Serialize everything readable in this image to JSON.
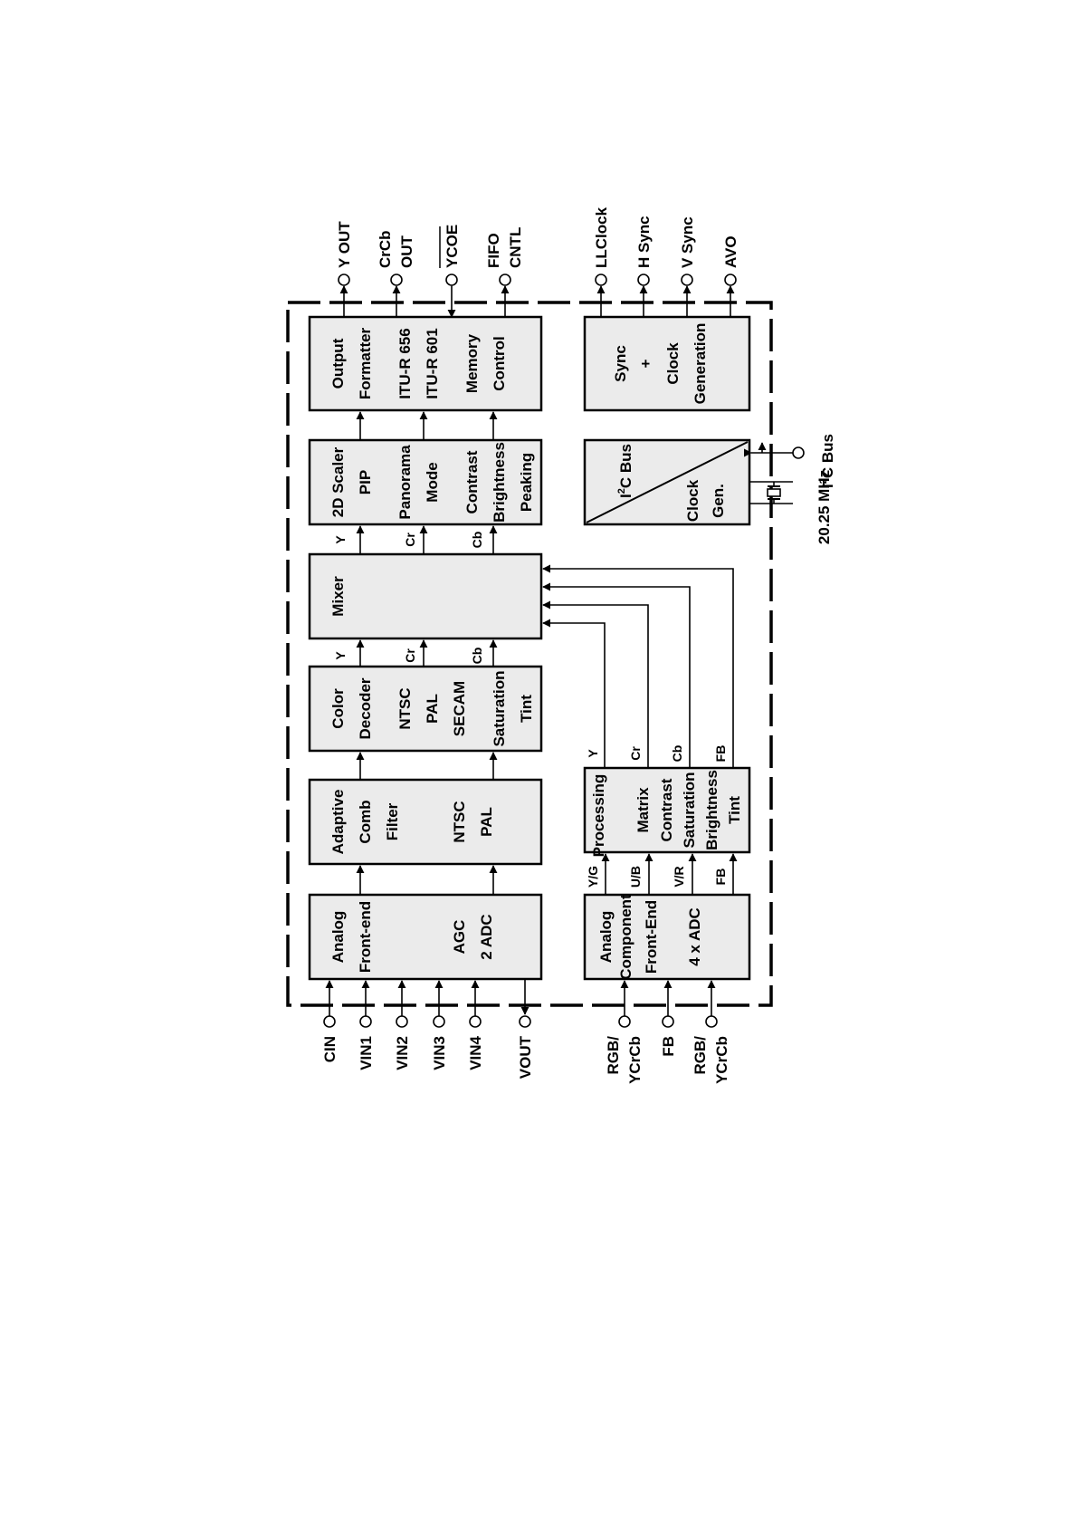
{
  "blocks": {
    "analog_frontend": [
      "Analog",
      "Front-end",
      "AGC",
      "2  ADC"
    ],
    "comb_filter": [
      "Adaptive",
      "Comb",
      "Filter",
      "NTSC",
      "PAL"
    ],
    "color_decoder": [
      "Color",
      "Decoder",
      "NTSC",
      "PAL",
      "SECAM",
      "Saturation",
      "Tint"
    ],
    "mixer": [
      "Mixer"
    ],
    "scaler": [
      "2D Scaler",
      "PIP",
      "Panorama",
      "Mode",
      "Contrast",
      "Brightness",
      "Peaking"
    ],
    "output_formatter": [
      "Output",
      "Formatter",
      "ITU-R 656",
      "ITU-R 601",
      "Memory",
      "Control"
    ],
    "component_frontend": [
      "Analog",
      "Component",
      "Front-End",
      "4 x ADC"
    ],
    "processing": [
      "Processing",
      "Matrix",
      "Contrast",
      "Saturation",
      "Brightness",
      "Tint"
    ],
    "i2c_clock": {
      "i2c_prefix": "I",
      "i2c_sup": "2",
      "i2c_suffix": "C Bus",
      "clock": [
        "Clock",
        "Gen."
      ]
    },
    "sync_clock": [
      "Sync",
      "+",
      "Clock",
      "Generation"
    ]
  },
  "signals": {
    "decoder_to_mixer": [
      "Y",
      "Cr",
      "Cb"
    ],
    "mixer_to_scaler": [
      "Y",
      "Cr",
      "Cb"
    ],
    "processing_to_mixer": [
      "Y",
      "Cr",
      "Cb",
      "FB"
    ],
    "component_to_processing": [
      "Y/G",
      "U/B",
      "V/R",
      "FB"
    ]
  },
  "pins": {
    "inputs": [
      "CIN",
      "VIN1",
      "VIN2",
      "VIN3",
      "VIN4"
    ],
    "vout": "VOUT",
    "component_inputs": [
      [
        "RGB/",
        "YCrCb"
      ],
      [
        "FB"
      ],
      [
        "RGB/",
        "YCrCb"
      ]
    ],
    "outputs": [
      [
        "Y OUT"
      ],
      [
        "CrCb",
        "OUT"
      ],
      [
        "YCOE"
      ],
      [
        "FIFO",
        "CNTL"
      ]
    ],
    "sync_outputs": [
      "LLClock",
      "H Sync",
      "V Sync",
      "AVO"
    ],
    "crystal": "20.25 MHz",
    "i2c_bus": {
      "prefix": "I",
      "sup": "2",
      "suffix": "C Bus"
    }
  }
}
